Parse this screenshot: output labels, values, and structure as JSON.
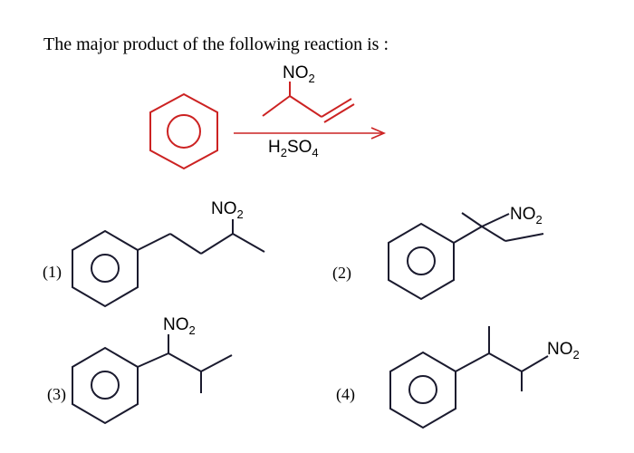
{
  "question": "The major product of the following reaction is :",
  "reaction": {
    "reagent_group": "NO2",
    "catalyst": "H2SO4"
  },
  "options": [
    {
      "label": "(1)",
      "group": "NO2"
    },
    {
      "label": "(2)",
      "group": "NO2"
    },
    {
      "label": "(3)",
      "group": "NO2"
    },
    {
      "label": "(4)",
      "group": "NO2"
    }
  ],
  "colors": {
    "reactant": "#cc2222",
    "product": "#1a1a2e",
    "text": "#000000"
  }
}
